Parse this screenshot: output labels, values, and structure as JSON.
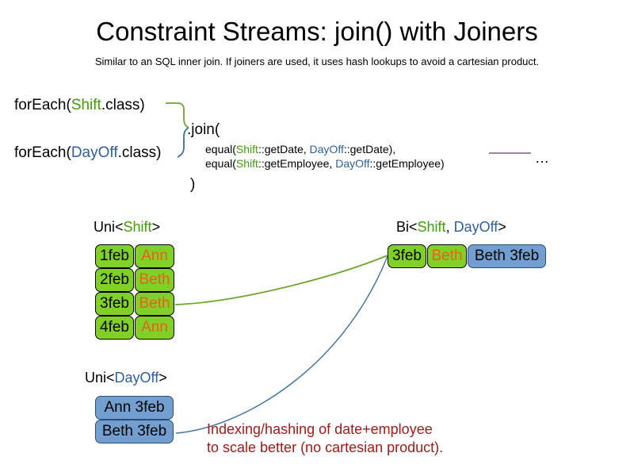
{
  "slide": {
    "title": "Constraint Streams: join() with Joiners",
    "subtitle": "Similar to an SQL inner join. If joiners are used, it uses hash lookups to avoid a cartesian product."
  },
  "code": {
    "foreach_shift": {
      "prefix": "forEach(",
      "type": "Shift",
      "suffix": ".class)"
    },
    "foreach_dayoff": {
      "prefix": "forEach(",
      "type": "DayOff",
      "suffix": ".class)"
    },
    "join_open": ".join(",
    "join_close": ")",
    "joiners": [
      {
        "prefix": "equal(",
        "left_type": "Shift",
        "left_method": "::getDate, ",
        "right_type": "DayOff",
        "right_method": "::getDate),"
      },
      {
        "prefix": "equal(",
        "left_type": "Shift",
        "left_method": "::getEmployee, ",
        "right_type": "DayOff",
        "right_method": "::getEmployee)"
      }
    ],
    "ellipsis": "…"
  },
  "captions": {
    "uni_shift": {
      "prefix": "Uni<",
      "type": "Shift",
      "suffix": ">"
    },
    "uni_dayoff": {
      "prefix": "Uni<",
      "type": "DayOff",
      "suffix": ">"
    },
    "bi": {
      "prefix": "Bi<",
      "type_a": "Shift",
      "separator": ", ",
      "type_b": "DayOff",
      "suffix": ">"
    }
  },
  "uni_shift_rows": [
    {
      "date": "1feb",
      "employee": "Ann"
    },
    {
      "date": "2feb",
      "employee": "Beth"
    },
    {
      "date": "3feb",
      "employee": "Beth"
    },
    {
      "date": "4feb",
      "employee": "Ann"
    }
  ],
  "uni_dayoff_rows": [
    {
      "value": "Ann 3feb"
    },
    {
      "value": "Beth 3feb"
    }
  ],
  "bi_rows": [
    {
      "shift_date": "3feb",
      "shift_employee": "Beth",
      "dayoff": "Beth 3feb"
    }
  ],
  "annotation": {
    "line1": "Indexing/hashing of date+employee",
    "line2": "to scale better (no cartesian product)."
  },
  "colors": {
    "shift_green": "#3FA005",
    "dayoff_blue": "#2E5FA3",
    "box_green": "#80D027",
    "box_blue": "#729FCF",
    "employee_orange": "#E8601C",
    "annotation_red": "#A51A16",
    "connector_green": "#6FA82B",
    "connector_blue": "#3C6FA8",
    "ellipsis_rule_purple": "#7B5E84"
  }
}
